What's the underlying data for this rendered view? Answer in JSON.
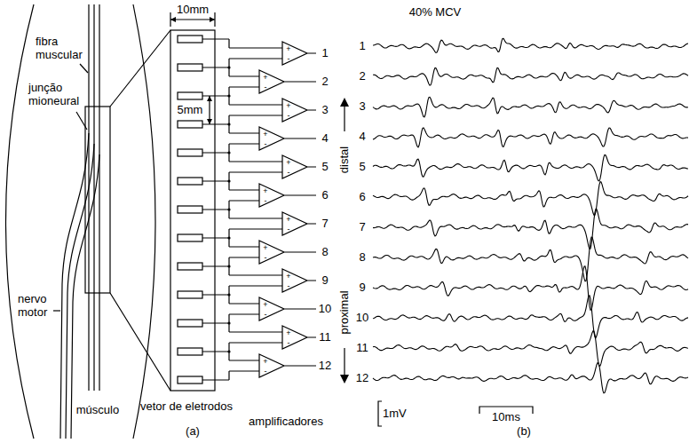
{
  "diagram": {
    "labels": [
      "10mm",
      "5mm",
      "fibra muscular",
      "junção mioneural",
      "nervo motor",
      "músculo",
      "vetor de eletrodos",
      "amplificadores",
      "distal",
      "proximal",
      "(a)",
      "1",
      "2",
      "3",
      "4",
      "5",
      "6",
      "7",
      "8",
      "9",
      "10",
      "11",
      "12",
      "+",
      "-",
      "+",
      "-",
      "+",
      "-",
      "+",
      "-",
      "+",
      "-",
      "+",
      "-",
      "+",
      "-",
      "+",
      "-",
      "+",
      "-",
      "+",
      "-",
      "+",
      "-",
      "+",
      "-",
      "40% MCV",
      "1",
      "2",
      "3",
      "4",
      "5",
      "6",
      "7",
      "8",
      "9",
      "10",
      "11",
      "12",
      "1mV",
      "10ms",
      "(b)"
    ]
  }
}
